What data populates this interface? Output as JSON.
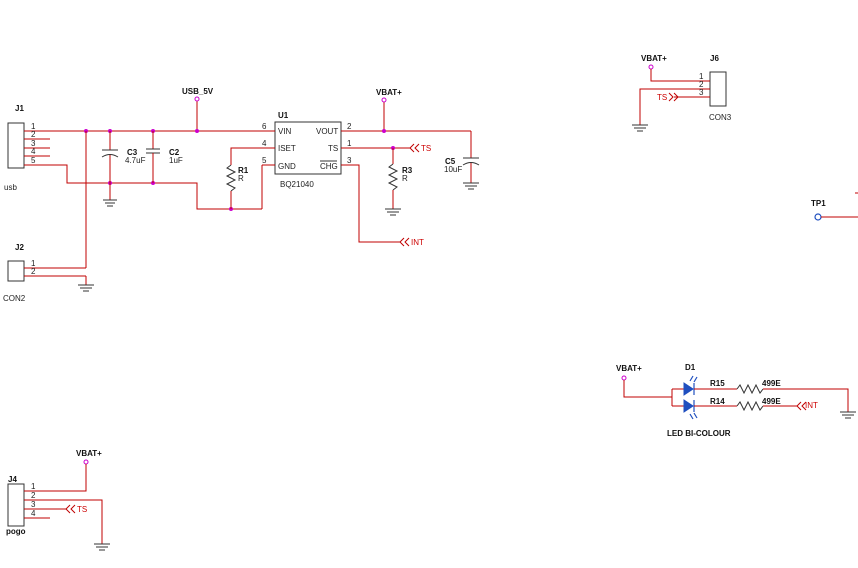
{
  "parts": {
    "j1": {
      "ref": "J1",
      "value": "usb",
      "pins": [
        "1",
        "2",
        "3",
        "4",
        "5"
      ]
    },
    "j2": {
      "ref": "J2",
      "value": "CON2",
      "pins": [
        "1",
        "2"
      ]
    },
    "j4": {
      "ref": "J4",
      "value": "pogo",
      "pins": [
        "1",
        "2",
        "3",
        "4"
      ]
    },
    "j6": {
      "ref": "J6",
      "value": "CON3",
      "pins": [
        "1",
        "2",
        "3"
      ]
    },
    "u1": {
      "ref": "U1",
      "value": "BQ21040",
      "pins": {
        "vin": "VIN",
        "iset": "ISET",
        "gnd": "GND",
        "vout": "VOUT",
        "ts": "TS",
        "chg": "CHG"
      },
      "pin_numbers": {
        "vin": "6",
        "iset": "4",
        "gnd": "5",
        "vout": "2",
        "ts": "1",
        "chg": "3"
      }
    },
    "c3": {
      "ref": "C3",
      "value": "4.7uF"
    },
    "c2": {
      "ref": "C2",
      "value": "1uF"
    },
    "c5": {
      "ref": "C5",
      "value": "10uF"
    },
    "r1": {
      "ref": "R1",
      "value": "R"
    },
    "r3": {
      "ref": "R3",
      "value": "R"
    },
    "r15": {
      "ref": "R15",
      "value": "499E"
    },
    "r14": {
      "ref": "R14",
      "value": "499E"
    },
    "d1": {
      "ref": "D1",
      "value": "LED BI-COLOUR"
    },
    "tp1": {
      "ref": "TP1"
    }
  },
  "nets": {
    "usb_5v": "USB_5V",
    "vbat_main": "VBAT+",
    "vbat_j6": "VBAT+",
    "vbat_led": "VBAT+",
    "vbat_j4": "VBAT+",
    "ts_main": "TS",
    "ts_j6": "TS",
    "ts_j4": "TS",
    "int_main": "INT",
    "int_led": "INT"
  },
  "colors": {
    "wire": "#c00000",
    "junction": "#cc00cc",
    "component": "#333333",
    "led": "#1f4fbf"
  }
}
